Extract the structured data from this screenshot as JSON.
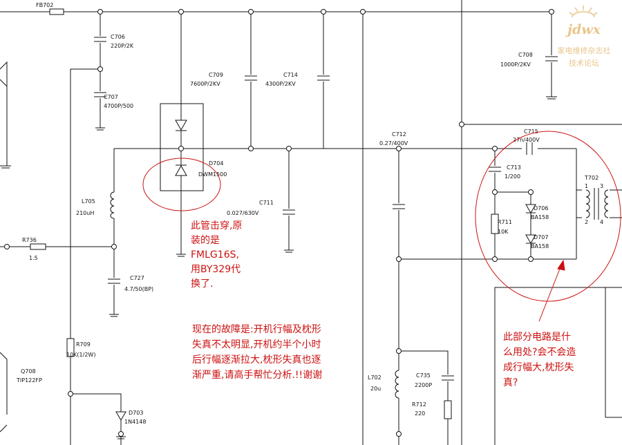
{
  "colors": {
    "wire": "#111111",
    "annotation": "#cc1111",
    "watermark": "#e8c58a"
  },
  "watermark": {
    "logo": "jdwx",
    "line1": "家电维修杂志社",
    "line2": "技术论坛"
  },
  "components": {
    "fb702": "FB702",
    "c706": {
      "ref": "C706",
      "value": "220P/2K"
    },
    "c707": {
      "ref": "C707",
      "value": "4700P/500"
    },
    "c709": {
      "ref": "C709",
      "value": "7600P/2KV"
    },
    "c714": {
      "ref": "C714",
      "value": "4300P/2KV"
    },
    "c708": {
      "ref": "C708",
      "value": "1000P/2KV"
    },
    "c712": {
      "ref": "C712",
      "value": "0.27/400V"
    },
    "c715": {
      "ref": "C715",
      "value": "27n/400V"
    },
    "c713": {
      "ref": "C713",
      "value": "1/200"
    },
    "d704": {
      "ref": "D704",
      "value": "DWM1500"
    },
    "c711": {
      "ref": "C711",
      "value": "0.027/630V"
    },
    "l705": {
      "ref": "L705",
      "value": "210uH"
    },
    "r736": {
      "ref": "R736",
      "value": "1.5"
    },
    "c727": {
      "ref": "C727",
      "value": "4.7/50(BP)"
    },
    "r711": {
      "ref": "R711",
      "value": "10K"
    },
    "d706": {
      "ref": "D706",
      "value": "BA158"
    },
    "d707": {
      "ref": "D707",
      "value": "BA158"
    },
    "t702": {
      "ref": "T702",
      "pins": [
        "1",
        "3",
        "2",
        "4"
      ]
    },
    "r709": {
      "ref": "R709",
      "value": "10K(1/2W)"
    },
    "q708": {
      "ref": "Q708",
      "value": "TIP122FP"
    },
    "d703": {
      "ref": "D703",
      "value": "1N4148"
    },
    "l702": {
      "ref": "L702",
      "value": "20u"
    },
    "c735": {
      "ref": "C735",
      "value": "2200P"
    },
    "r712": {
      "ref": "R712",
      "value": "220"
    }
  },
  "annotations": {
    "left_note": [
      "此管击穿,原",
      "装的是",
      "FMLG16S,",
      "用BY329代",
      "换了."
    ],
    "center_note": [
      "现在的故障是:开机行幅及枕形",
      "失真不太明显,开机约半个小时",
      "后行幅逐渐拉大,枕形失真也逐",
      "渐严重,请高手帮忙分析.!!谢谢"
    ],
    "right_note": [
      "此部分电路是什",
      "么用处?会不会造",
      "成行幅大,枕形失",
      "真?"
    ]
  }
}
